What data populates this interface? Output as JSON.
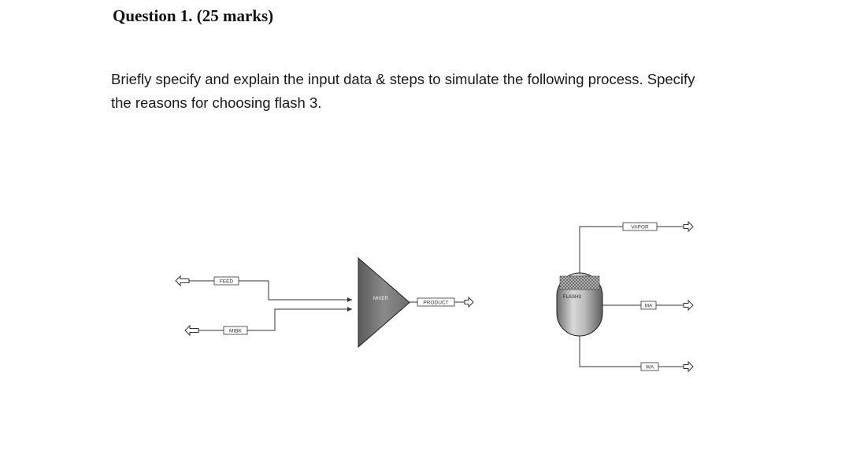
{
  "question": {
    "heading": "Question 1. (25 marks)",
    "line1": "Briefly specify and explain the input data & steps to simulate the following process. Specify",
    "line2": "the reasons for choosing flash 3."
  },
  "flowsheet": {
    "streams": {
      "feed": "FEED",
      "mibk": "MIBK",
      "product": "PRODUCT",
      "vapor": "VAPOR",
      "ma": "MA",
      "wa": "WA"
    },
    "blocks": {
      "mixer": "MIXER",
      "flash": "FLASH3"
    }
  }
}
